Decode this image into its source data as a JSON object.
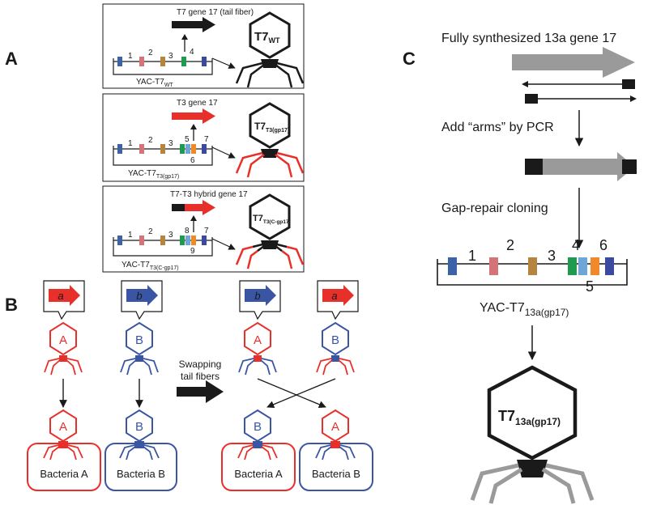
{
  "panels": {
    "A": {
      "letter": "A",
      "wt": {
        "gene_label": "T7 gene 17 (tail fiber)",
        "yac_label": "YAC-T7",
        "yac_sub": "WT",
        "phage_label": "T7",
        "phage_sub": "WT",
        "nums": [
          "1",
          "2",
          "3",
          "4"
        ]
      },
      "t3": {
        "gene_label": "T3 gene 17",
        "yac_label": "YAC-T7",
        "yac_sub": "T3(gp17)",
        "phage_label": "T7",
        "phage_sub": "T3(gp17)",
        "nums": [
          "1",
          "2",
          "3",
          "5",
          "7",
          "6"
        ]
      },
      "hybrid": {
        "gene_label": "T7-T3 hybrid gene 17",
        "yac_label": "YAC-T7",
        "yac_sub": "T3(C-gp17)",
        "phage_label": "T7",
        "phage_sub": "T3(C-gp17)",
        "nums": [
          "1",
          "2",
          "3",
          "8",
          "7",
          "9"
        ]
      }
    },
    "B": {
      "letter": "B",
      "gene_a": "a",
      "gene_b": "b",
      "phage_a": "A",
      "phage_b": "B",
      "host_a": "Bacteria A",
      "host_b": "Bacteria B",
      "swap_label_1": "Swapping",
      "swap_label_2": "tail fibers"
    },
    "C": {
      "letter": "C",
      "step1": "Fully synthesized 13a gene 17",
      "step2": "Add “arms” by PCR",
      "step3": "Gap-repair cloning",
      "nums": [
        "1",
        "2",
        "3",
        "4",
        "6",
        "5"
      ],
      "yac_label": "YAC-T7",
      "yac_sub": "13a(gp17)",
      "phage_label": "T7",
      "phage_sub": "13a(gp17)"
    }
  },
  "colors": {
    "red": "#e8302a",
    "blue": "#3a55a4",
    "black": "#1a1a1a",
    "gray": "#9a9a9a",
    "box_blue": "#3c62a8",
    "box_pink": "#d47478",
    "box_brown": "#b5843f",
    "box_green": "#1f9a4f",
    "box_lightblue": "#6ea6d8",
    "box_orange": "#f0892a",
    "box_navy": "#3b4aa0"
  }
}
